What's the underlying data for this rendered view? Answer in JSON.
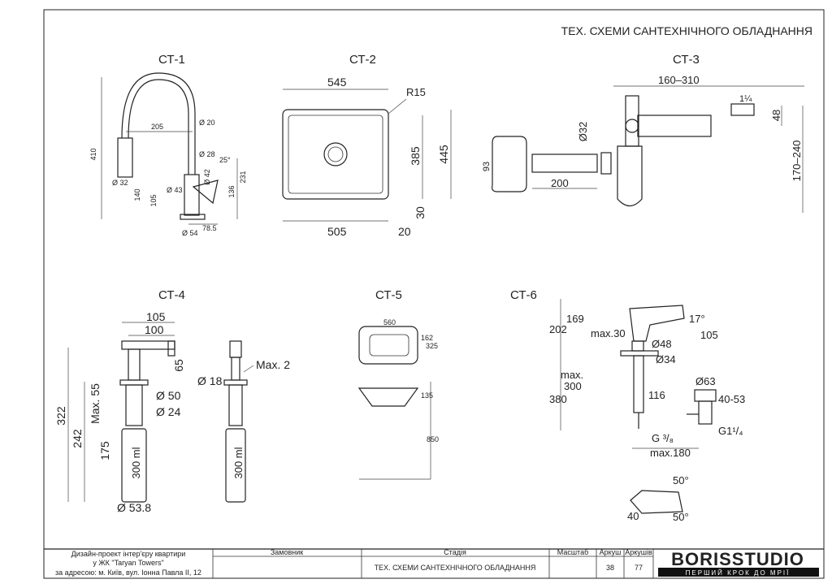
{
  "sheet_title": "ТЕХ. СХЕМИ САНТЕХНІЧНОГО ОБЛАДНАННЯ",
  "labels": {
    "ct1": "СТ-1",
    "ct2": "СТ-2",
    "ct3": "СТ-3",
    "ct4": "СТ-4",
    "ct5": "СТ-5",
    "ct6": "СТ-6"
  },
  "ct1": {
    "d410": "410",
    "d205": "205",
    "phi20": "Ø 20",
    "phi28": "Ø 28",
    "a25": "25°",
    "phi32": "Ø 32",
    "phi43": "Ø 43",
    "phi42": "Ø 42",
    "d231": "231",
    "d140": "140",
    "d105": "105",
    "d136": "136",
    "d785": "78.5",
    "phi54": "Ø 54"
  },
  "ct2": {
    "d545": "545",
    "r15": "R15",
    "d385": "385",
    "d445": "445",
    "d30": "30",
    "d505": "505",
    "d20": "20"
  },
  "ct3": {
    "d160310": "160–310",
    "d114": "1¼",
    "phi32": "Ø32",
    "d48": "48",
    "d93": "93",
    "d200": "200",
    "d170240": "170–240"
  },
  "ct4": {
    "d105": "105",
    "d100": "100",
    "d65": "65",
    "phi18": "Ø 18",
    "max2": "Max. 2",
    "max55": "Max. 55",
    "phi50": "Ø 50",
    "phi24": "Ø 24",
    "d322": "322",
    "d242": "242",
    "d175": "175",
    "ml300a": "300 ml",
    "ml300b": "300 ml",
    "phi538": "Ø 53.8"
  },
  "ct5": {
    "d560": "560",
    "d162": "162",
    "d325": "325",
    "d135": "135",
    "d850": "850"
  },
  "ct6": {
    "d202": "202",
    "d169": "169",
    "a17": "17°",
    "d105": "105",
    "max30": "max.30",
    "phi48": "Ø48",
    "phi34": "Ø34",
    "maxlbl": "max.",
    "d300": "300",
    "d380": "380",
    "d116": "116",
    "phi63": "Ø63",
    "d4053": "40-53",
    "g38": "G ³/₈",
    "g114": "G1¹/₄",
    "max180": "max.180",
    "a50a": "50°",
    "a50b": "50°",
    "d40": "40"
  },
  "title_block": {
    "project_line1": "Дизайн-проект інтер'єру квартири",
    "project_line2": "у ЖК \"Taryan Towers\"",
    "project_line3": "за адресою: м. Київ, вул. Іонна Павла ІІ, 12",
    "customer_h": "Замовник",
    "stage_h": "Стадія",
    "scale_h": "Масштаб",
    "sheet_h": "Аркуш",
    "sheets_h": "Аркушів",
    "stage_value": "ТЕХ. СХЕМИ САНТЕХНІЧНОГО ОБЛАДНАННЯ",
    "sheet_value": "38",
    "sheets_value": "77",
    "brand": "BORISSTUDIO",
    "brand_sub": "ПЕРШИЙ КРОК ДО МРІЇ"
  }
}
